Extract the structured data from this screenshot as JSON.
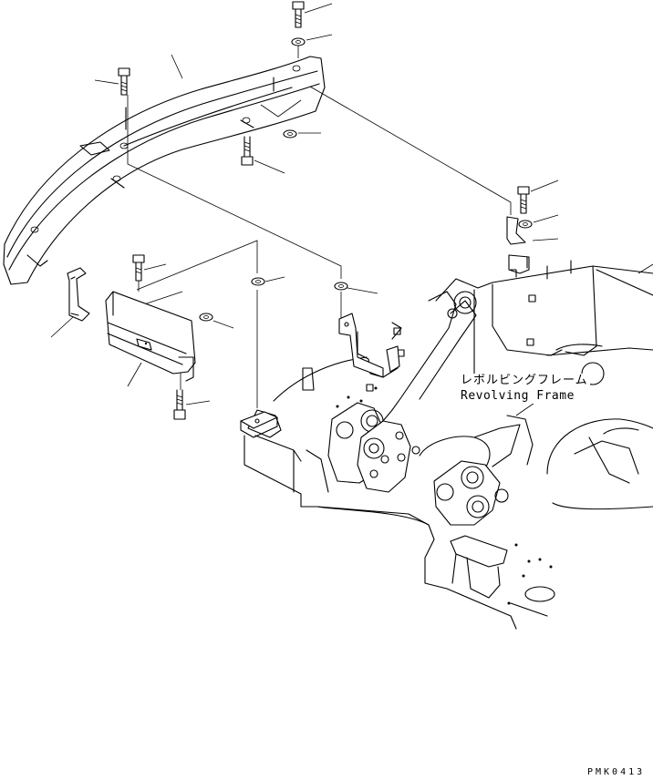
{
  "labels": {
    "frame_jp": "レボルビングフレーム",
    "frame_en": "Revolving Frame"
  },
  "document_code": "PMK0413",
  "icons": [
    "bolt-icon",
    "washer-icon",
    "bracket-icon"
  ],
  "colors": {
    "line": "#000000",
    "background": "#ffffff"
  }
}
